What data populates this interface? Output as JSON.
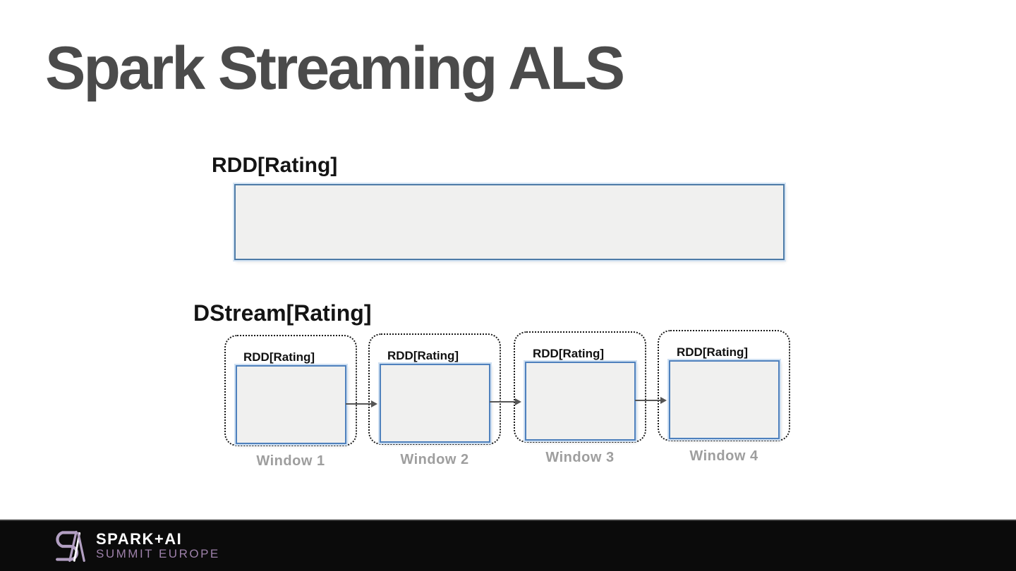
{
  "slide": {
    "title": "Spark Streaming ALS",
    "rdd": {
      "label": "RDD[Rating]"
    },
    "dstream": {
      "label": "DStream[Rating]",
      "windows": [
        {
          "rdd_label": "RDD[Rating]",
          "caption": "Window 1"
        },
        {
          "rdd_label": "RDD[Rating]",
          "caption": "Window 2"
        },
        {
          "rdd_label": "RDD[Rating]",
          "caption": "Window 3"
        },
        {
          "rdd_label": "RDD[Rating]",
          "caption": "Window 4"
        }
      ]
    }
  },
  "footer": {
    "brand": "SPARK+AI",
    "subbrand": "SUMMIT EUROPE",
    "logo_icon": "spark-ai-summit-monogram-icon"
  },
  "colors": {
    "title_text": "#4b4b4b",
    "box_fill": "#f0f0ef",
    "box_border_blue": "#4f81bd",
    "big_box_border_blue": "#4d7ba7",
    "box_halo_blue": "#d7e6f5",
    "dashed_border": "#1b1b1b",
    "caption_gray": "#9e9e9e",
    "arrow_gray": "#555555",
    "footer_background": "#0b0b0b",
    "brand_text": "#ffffff",
    "summit_purple": "#9d80a9",
    "logo_lavender": "#b29fc2"
  }
}
